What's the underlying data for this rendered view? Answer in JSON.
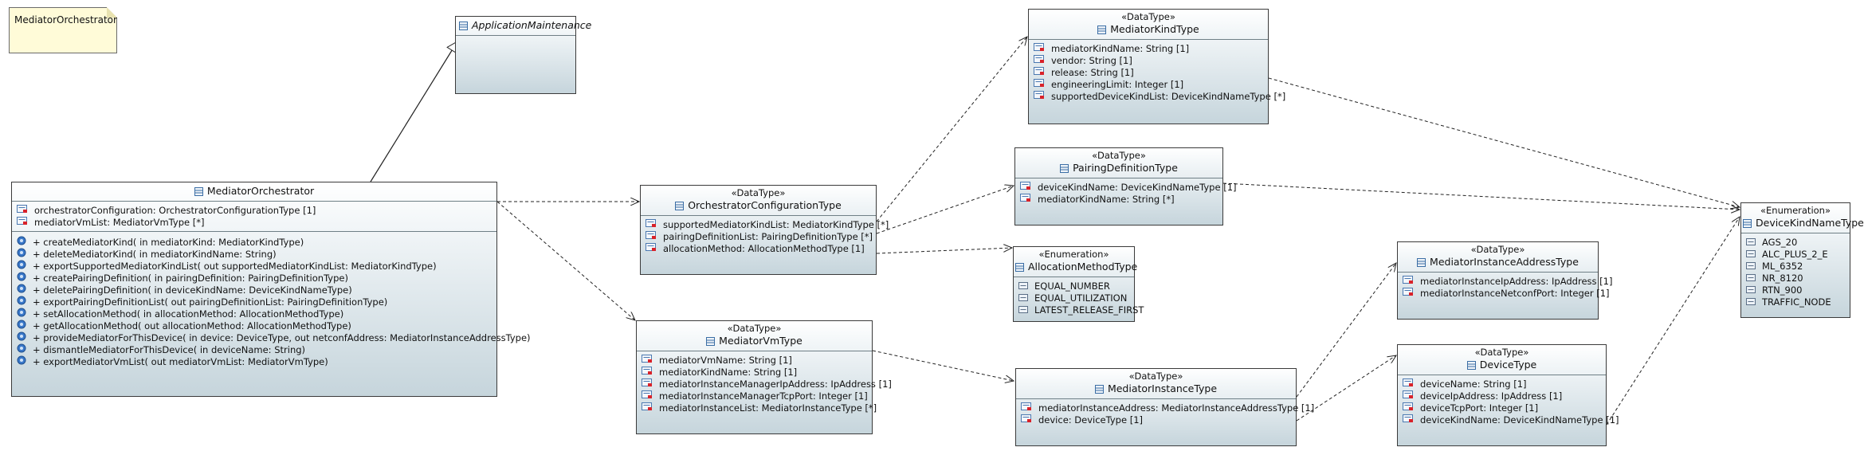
{
  "note": {
    "text": "MediatorOrchestrator"
  },
  "classes": {
    "app_maint": {
      "name": "ApplicationMaintenance"
    },
    "orchestrator": {
      "name": "MediatorOrchestrator",
      "attributes": [
        "orchestratorConfiguration: OrchestratorConfigurationType [1]",
        "mediatorVmList: MediatorVmType [*]"
      ],
      "operations": [
        "+ createMediatorKind(  in mediatorKind: MediatorKindType)",
        "+ deleteMediatorKind(  in mediatorKindName: String)",
        "+ exportSupportedMediatorKindList(  out supportedMediatorKindList: MediatorKindType)",
        "+ createPairingDefinition(  in pairingDefinition: PairingDefinitionType)",
        "+ deletePairingDefinition(  in deviceKindName: DeviceKindNameType)",
        "+ exportPairingDefinitionList(  out pairingDefinitionList: PairingDefinitionType)",
        "+ setAllocationMethod(  in allocationMethod: AllocationMethodType)",
        "+ getAllocationMethod(  out allocationMethod: AllocationMethodType)",
        "+ provideMediatorForThisDevice(  in device: DeviceType,   out netconfAddress: MediatorInstanceAddressType)",
        "+ dismantleMediatorForThisDevice(  in deviceName: String)",
        "+ exportMediatorVmList(  out mediatorVmList: MediatorVmType)"
      ]
    },
    "orch_config": {
      "stereotype": "«DataType»",
      "name": "OrchestratorConfigurationType",
      "attributes": [
        "supportedMediatorKindList: MediatorKindType [*]",
        "pairingDefinitionList: PairingDefinitionType [*]",
        "allocationMethod: AllocationMethodType [1]"
      ]
    },
    "vm_type": {
      "stereotype": "«DataType»",
      "name": "MediatorVmType",
      "attributes": [
        "mediatorVmName: String [1]",
        "mediatorKindName: String [1]",
        "mediatorInstanceManagerIpAddress: IpAddress [1]",
        "mediatorInstanceManagerTcpPort: Integer [1]",
        "mediatorInstanceList: MediatorInstanceType [*]"
      ]
    },
    "kind_type": {
      "stereotype": "«DataType»",
      "name": "MediatorKindType",
      "attributes": [
        "mediatorKindName: String [1]",
        "vendor: String [1]",
        "release: String [1]",
        "engineeringLimit: Integer [1]",
        "supportedDeviceKindList: DeviceKindNameType [*]"
      ]
    },
    "pairing_type": {
      "stereotype": "«DataType»",
      "name": "PairingDefinitionType",
      "attributes": [
        "deviceKindName: DeviceKindNameType [1]",
        "mediatorKindName: String [*]"
      ]
    },
    "alloc_enum": {
      "stereotype": "«Enumeration»",
      "name": "AllocationMethodType",
      "literals": [
        "EQUAL_NUMBER",
        "EQUAL_UTILIZATION",
        "LATEST_RELEASE_FIRST"
      ]
    },
    "instance_type": {
      "stereotype": "«DataType»",
      "name": "MediatorInstanceType",
      "attributes": [
        "mediatorInstanceAddress: MediatorInstanceAddressType [1]",
        "device: DeviceType [1]"
      ]
    },
    "inst_addr_type": {
      "stereotype": "«DataType»",
      "name": "MediatorInstanceAddressType",
      "attributes": [
        "mediatorInstanceIpAddress: IpAddress [1]",
        "mediatorInstanceNetconfPort: Integer [1]"
      ]
    },
    "device_type": {
      "stereotype": "«DataType»",
      "name": "DeviceType",
      "attributes": [
        "deviceName: String [1]",
        "deviceIpAddress: IpAddress [1]",
        "deviceTcpPort: Integer [1]",
        "deviceKindName: DeviceKindNameType [1]"
      ]
    },
    "dev_kind_enum": {
      "stereotype": "«Enumeration»",
      "name": "DeviceKindNameType",
      "literals": [
        "AGS_20",
        "ALC_PLUS_2_E",
        "ML_6352",
        "NR_8120",
        "RTN_900",
        "TRAFFIC_NODE"
      ]
    }
  }
}
